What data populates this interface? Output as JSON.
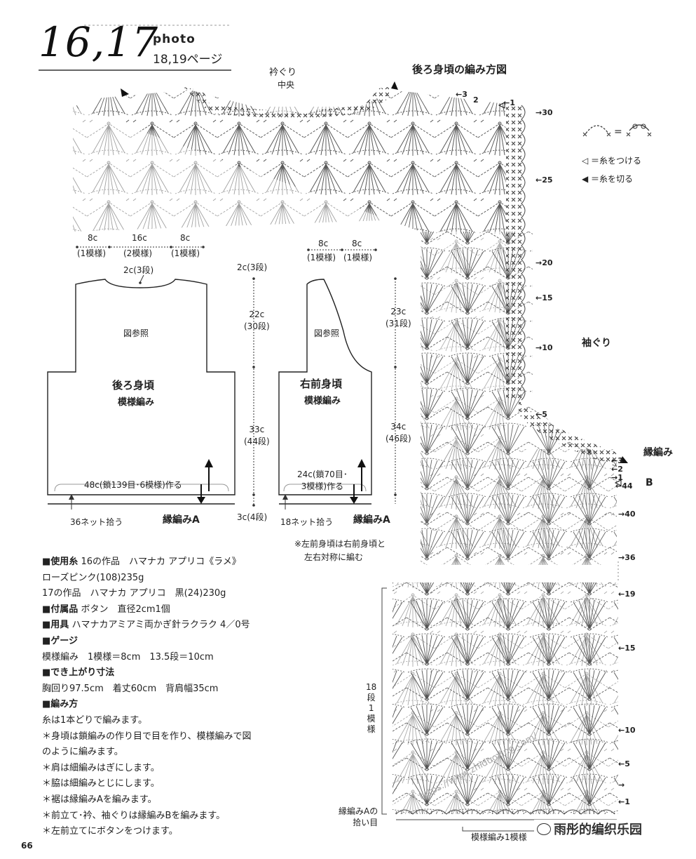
{
  "header": {
    "pattern_numbers": "16,17",
    "photo_label": "photo",
    "photo_pages": "18,19ページ"
  },
  "diagram": {
    "title": "後ろ身頃の編み方図",
    "neckline_label": "衿ぐり",
    "center_label": "中央",
    "armhole_label": "袖ぐり",
    "border_b_label": "縁編み",
    "border_b_letter": "B",
    "border_a_pickup": [
      "縁編みAの",
      "拾い目"
    ],
    "repeat_label": "模様編み1模様",
    "repeat_rows_label": [
      "18",
      "段",
      "1",
      "模",
      "様"
    ],
    "row_numbers": [
      {
        "label": "→30"
      },
      {
        "label": "←25"
      },
      {
        "label": "→20"
      },
      {
        "label": "←15"
      },
      {
        "label": "→10"
      },
      {
        "label": "←5"
      },
      {
        "label": "←44"
      },
      {
        "label": "→40"
      },
      {
        "label": "→36"
      },
      {
        "label": "←19"
      },
      {
        "label": "←15"
      },
      {
        "label": "←10"
      },
      {
        "label": "←5"
      },
      {
        "label": "→"
      },
      {
        "label": "←1"
      }
    ],
    "neck_row_numbers": [
      "←3",
      "2",
      "←1"
    ],
    "border_row_numbers": [
      "←3",
      "←2",
      "→1"
    ]
  },
  "legend": {
    "equals": "=",
    "attach_yarn": "◁ ＝糸をつける",
    "cut_yarn": "◀ ＝糸を切る"
  },
  "back_schematic": {
    "top_widths": [
      {
        "value": "8c",
        "repeat": "(1模様)"
      },
      {
        "value": "16c",
        "repeat": "(2模様)"
      },
      {
        "value": "8c",
        "repeat": "(1模様)"
      }
    ],
    "neck_depth": "2c(3段)",
    "see_chart": "図参照",
    "name": "後ろ身頃",
    "stitch": "模様編み",
    "bottom_cast_on": "48c(鎖139目･6模様)作る",
    "pickup": "36ネット拾う",
    "border": "縁編みA",
    "armhole_height": [
      "22c",
      "(30段)"
    ],
    "body_height": [
      "33c",
      "(44段)"
    ],
    "top_dim": "2c(3段)",
    "bottom_dim": "3c(4段)"
  },
  "front_schematic": {
    "top_widths": [
      {
        "value": "8c",
        "repeat": "(1模様)"
      },
      {
        "value": "8c",
        "repeat": "(1模様)"
      }
    ],
    "see_chart": "図参照",
    "name": "右前身頃",
    "stitch": "模様編み",
    "bottom_cast_on": [
      "24c(鎖70目･",
      "3模様)作る"
    ],
    "pickup": "18ネット拾う",
    "border": "縁編みA",
    "upper_height": [
      "23c",
      "(31段)"
    ],
    "lower_height": [
      "34c",
      "(46段)"
    ],
    "note": [
      "※左前身頃は右前身頃と",
      "左右対称に編む"
    ]
  },
  "specs": [
    {
      "head": "■使用糸",
      "text": "16の作品　ハマナカ アプリコ《ラメ》"
    },
    {
      "head": "",
      "text": "ローズピンク(108)235g"
    },
    {
      "head": "",
      "text": "17の作品　ハマナカ アプリコ　黒(24)230g"
    },
    {
      "head": "■付属品",
      "text": "ボタン　直径2cm1個"
    },
    {
      "head": "■用具",
      "text": "ハマナカアミアミ両かぎ針ラクラク 4／0号"
    },
    {
      "head": "■ゲージ",
      "text": ""
    },
    {
      "head": "",
      "text": "模様編み　1模様＝8cm　13.5段＝10cm"
    },
    {
      "head": "■でき上がり寸法",
      "text": ""
    },
    {
      "head": "",
      "text": "胸回り97.5cm　着丈60cm　背肩幅35cm"
    },
    {
      "head": "■編み方",
      "text": ""
    },
    {
      "head": "",
      "text": "糸は1本どりで編みます。"
    },
    {
      "head": "",
      "text": "＊身頃は鎖編みの作り目で目を作り、模様編みで図"
    },
    {
      "head": "",
      "text": "のように編みます。"
    },
    {
      "head": "",
      "text": "＊肩は細編みはぎにします。"
    },
    {
      "head": "",
      "text": "＊脇は細編みとじにします。"
    },
    {
      "head": "",
      "text": "＊裾は縁編みAを編みます。"
    },
    {
      "head": "",
      "text": "＊前立て･衿、袖ぐりは縁編みBを編みます。"
    },
    {
      "head": "",
      "text": "＊左前立てにボタンをつけます。"
    }
  ],
  "footer": {
    "page_number": "66",
    "watermark_url": "https://www.zhiduoxing.com/",
    "watermark_brand": "雨彤的编织乐园"
  }
}
